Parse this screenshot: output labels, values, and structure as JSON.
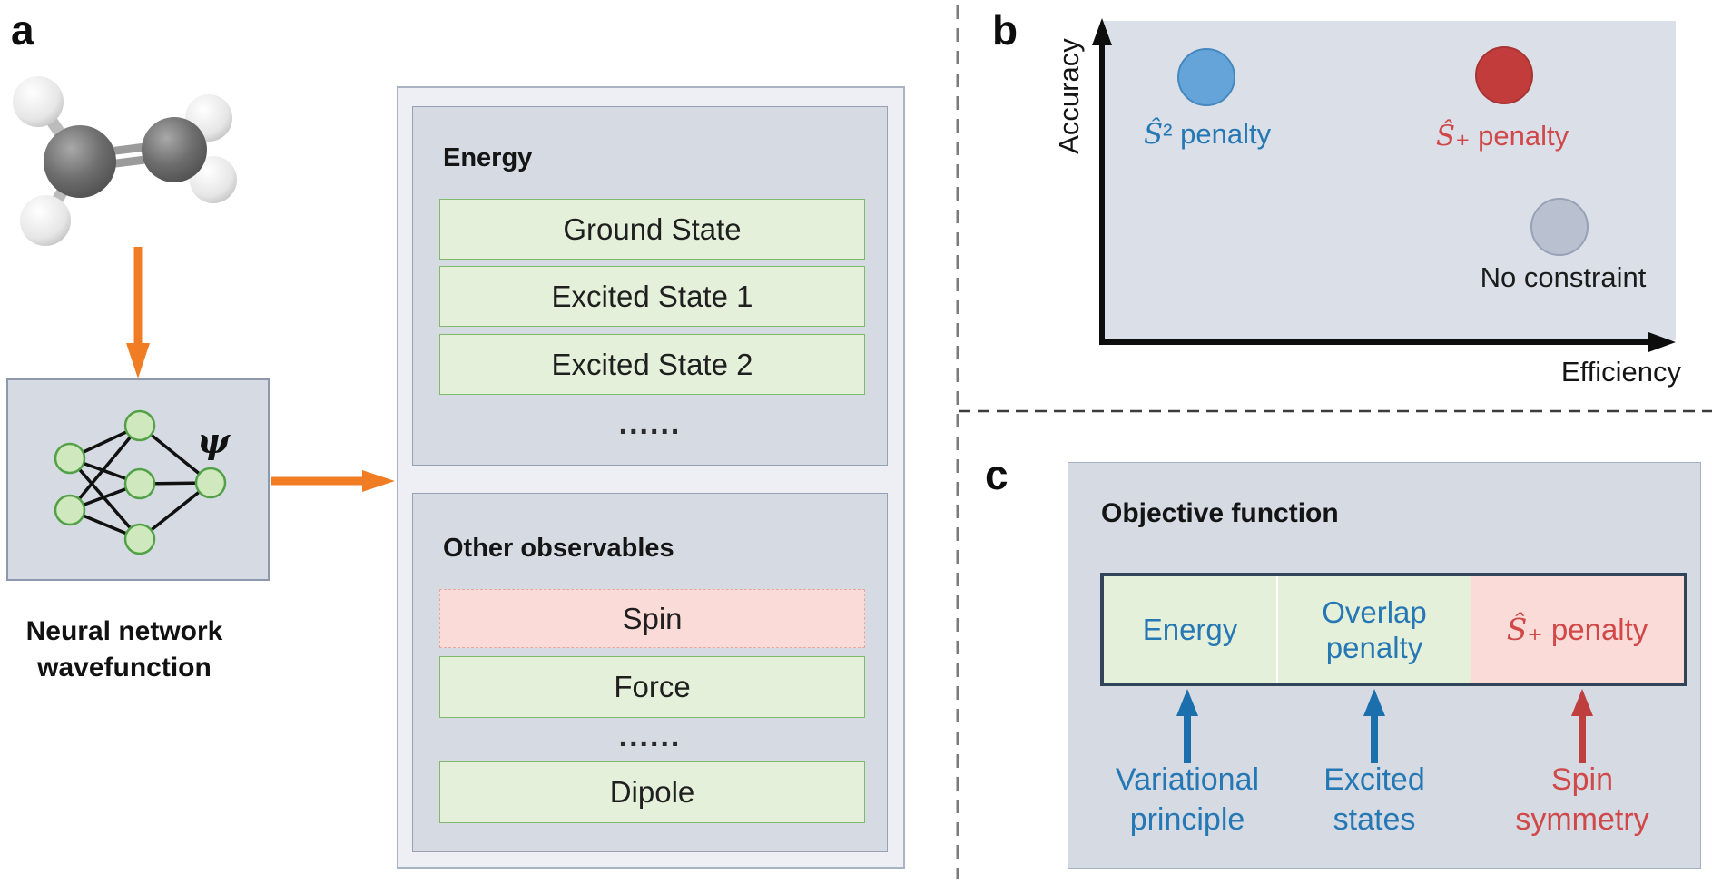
{
  "panel_a": {
    "label": "a",
    "molecule": "ethylene-ball-and-stick",
    "psi": "ψ",
    "caption": "Neural network wavefunction",
    "energy": {
      "title": "Energy",
      "rows": [
        "Ground State",
        "Excited State 1",
        "Excited State 2"
      ],
      "ellipsis": "......"
    },
    "observables": {
      "title": "Other observables",
      "rows": [
        "Spin",
        "Force",
        "Dipole"
      ],
      "ellipsis": "......"
    }
  },
  "panel_b": {
    "label": "b",
    "y_axis": "Accuracy",
    "x_axis": "Efficiency",
    "points": [
      {
        "label": "Ŝ² penalty",
        "color": "#64a4d8",
        "position": "high accuracy, low efficiency"
      },
      {
        "label": "Ŝ₊ penalty",
        "color": "#c23c3c",
        "position": "high accuracy, high efficiency"
      },
      {
        "label": "No constraint",
        "color": "#b9c0cf",
        "position": "lower accuracy, high efficiency"
      }
    ]
  },
  "panel_c": {
    "label": "c",
    "title": "Objective function",
    "terms": [
      {
        "label": "Energy",
        "annotation": "Variational principle"
      },
      {
        "label": "Overlap penalty",
        "annotation": "Excited states"
      },
      {
        "label": "Ŝ₊ penalty",
        "annotation": "Spin symmetry"
      }
    ]
  },
  "colors": {
    "orange_arrow": "#f07d23",
    "inner_box_bg": "#d5dae3",
    "outer_box_bg": "#edeff4",
    "plot_bg": "#dbdfe8",
    "green_row_bg": "#e4f0da",
    "green_row_border": "#7fba6b",
    "pink_row_bg": "#fadbd7",
    "blue_text": "#2678b5",
    "red_text": "#d04848",
    "navy_bar_border": "#324459",
    "blue_arrow": "#1b6fad",
    "red_arrow": "#bf3e3e",
    "nn_node_fill": "#cfe8bd",
    "nn_node_border": "#53a147"
  }
}
